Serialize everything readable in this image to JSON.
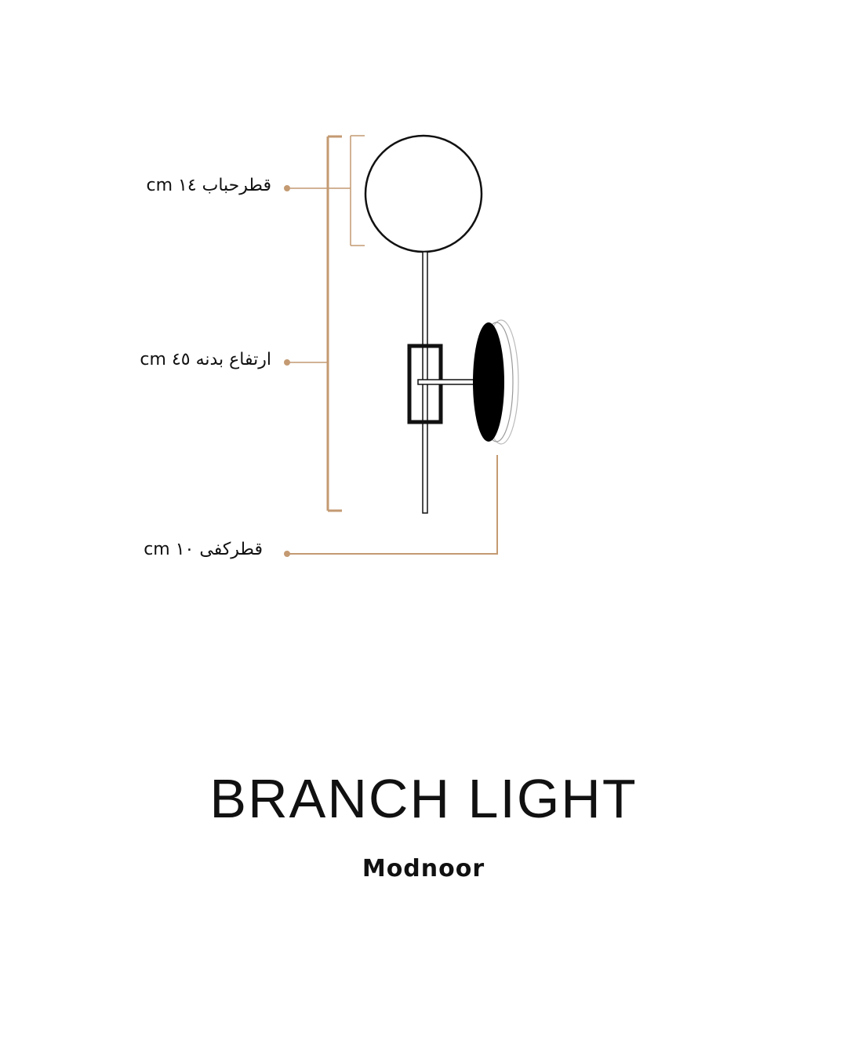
{
  "colors": {
    "accent": "#c49a72",
    "line": "#111111",
    "background": "#ffffff"
  },
  "dimensions": {
    "bulb_diameter": "قطرحباب ١٤ cm",
    "body_height": "ارتفاع بدنه ٤٥ cm",
    "base_diameter": "قطرکفی ١٠ cm"
  },
  "product": {
    "title": "BRANCH LIGHT",
    "brand": "Modnoor"
  }
}
